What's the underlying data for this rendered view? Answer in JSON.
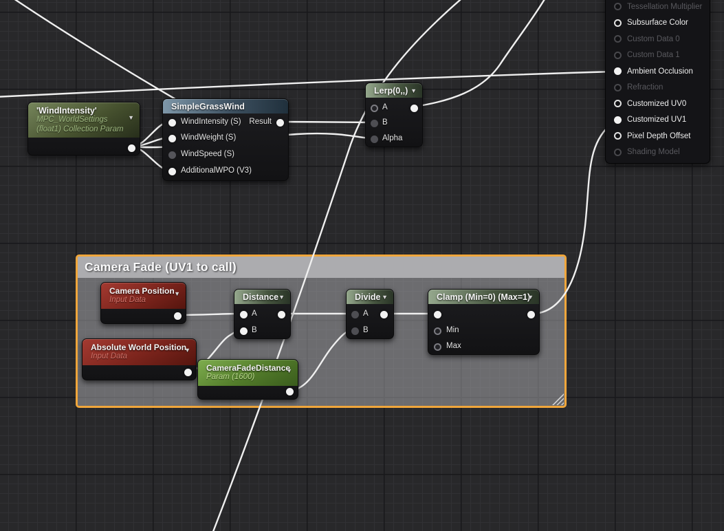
{
  "comment": {
    "title": "Camera Fade (UV1 to call)"
  },
  "nodes": {
    "wind_intensity": {
      "title": "'WindIntensity'",
      "subtitle1": "MPC_WorldSettings",
      "subtitle2": "(float1) Collection Param"
    },
    "simple_grass_wind": {
      "title": "SimpleGrassWind",
      "inputs": [
        "WindIntensity (S)",
        "WindWeight (S)",
        "WindSpeed (S)",
        "AdditionalWPO (V3)"
      ],
      "output_label": "Result"
    },
    "lerp": {
      "title": "Lerp(0,,)",
      "inputs": [
        "A",
        "B",
        "Alpha"
      ]
    },
    "camera_position": {
      "title": "Camera Position",
      "subtitle": "Input Data"
    },
    "absolute_world_position": {
      "title": "Absolute World Position",
      "subtitle": "Input Data"
    },
    "distance": {
      "title": "Distance",
      "inputs": [
        "A",
        "B"
      ]
    },
    "camera_fade_distance": {
      "title": "CameraFadeDistance",
      "subtitle": "Param (1600)"
    },
    "divide": {
      "title": "Divide",
      "inputs": [
        "A",
        "B"
      ]
    },
    "clamp": {
      "title": "Clamp (Min=0) (Max=1)",
      "inputs": [
        "Min",
        "Max"
      ]
    }
  },
  "material_outputs": {
    "items": [
      {
        "label": "Tessellation Multiplier",
        "state": "disabled"
      },
      {
        "label": "Subsurface Color",
        "state": "enabled"
      },
      {
        "label": "Custom Data 0",
        "state": "disabled"
      },
      {
        "label": "Custom Data 1",
        "state": "disabled"
      },
      {
        "label": "Ambient Occlusion",
        "state": "connected"
      },
      {
        "label": "Refraction",
        "state": "disabled"
      },
      {
        "label": "Customized UV0",
        "state": "enabled"
      },
      {
        "label": "Customized UV1",
        "state": "connected"
      },
      {
        "label": "Pixel Depth Offset",
        "state": "enabled"
      },
      {
        "label": "Shading Model",
        "state": "disabled"
      }
    ]
  },
  "wires": [
    {
      "from": "offscreen-left",
      "to": "material.ambient-occlusion"
    },
    {
      "from": "offscreen-top-left",
      "to": "occluded-behind-simplegrasswind"
    },
    {
      "from": "offscreen-bottom",
      "to": "offscreen-top-right"
    },
    {
      "from": "lerp.output",
      "to": "offscreen-top"
    },
    {
      "from": "clamp.output",
      "to": "material.customized-uv1"
    },
    {
      "from": "simple_grass_wind.result",
      "to": "lerp.b"
    },
    {
      "from": "wind_intensity.output",
      "to": "simple_grass_wind.windintensity"
    },
    {
      "from": "wind_intensity.output",
      "to": "simple_grass_wind.windweight"
    },
    {
      "from": "wind_intensity.output",
      "to": "simple_grass_wind.additionalwpo"
    },
    {
      "from": "wind_intensity.output",
      "to": "lerp.alpha"
    },
    {
      "from": "camera_fade_distance.output",
      "to": "divide.b"
    },
    {
      "from": "distance.output",
      "to": "divide.a"
    },
    {
      "from": "divide.output",
      "to": "clamp.input"
    },
    {
      "from": "camera_position.output",
      "to": "distance.a"
    },
    {
      "from": "absolute_world_position.output",
      "to": "distance.b"
    }
  ],
  "colors": {
    "comment_border": "#F0A63B",
    "wire": "#EFEFEF",
    "background": "#28282A",
    "param_green_header": "#76865C",
    "scalar_param_header": "#7FAE4F",
    "function_header_blue": "#7E97A9",
    "math_header_green": "#95A88D",
    "input_data_header_red": "#A43A31"
  }
}
